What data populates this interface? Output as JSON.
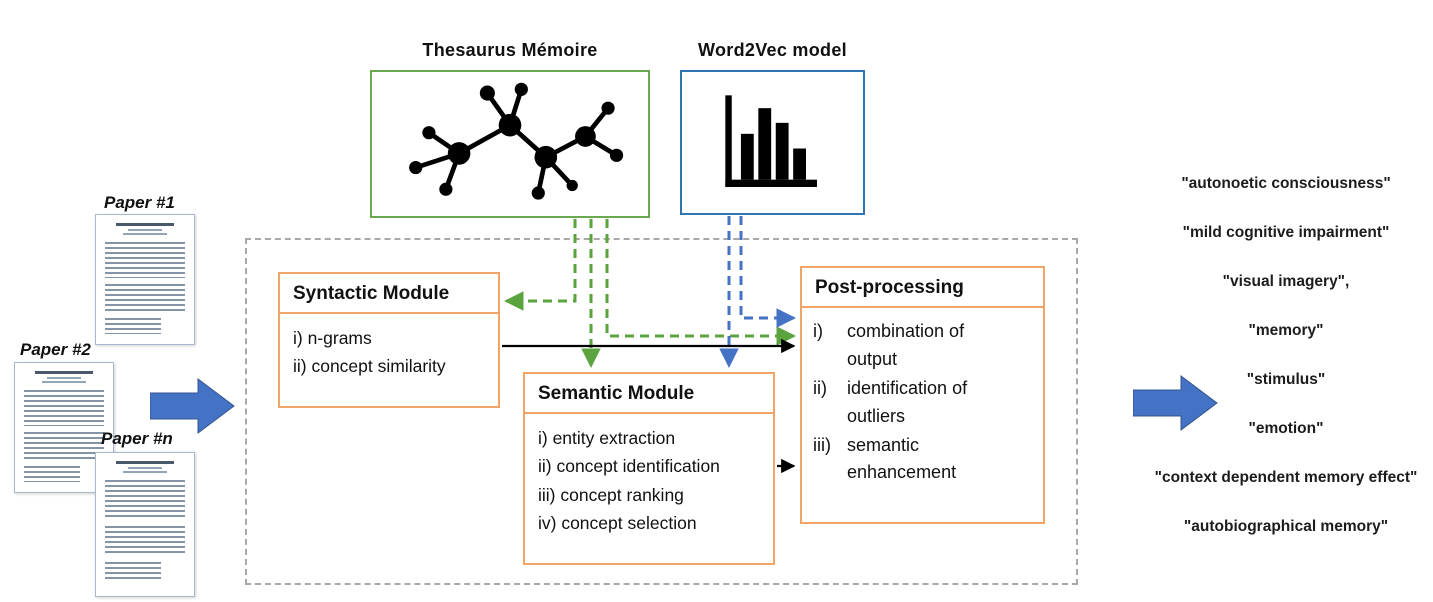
{
  "papers": [
    {
      "label": "Paper #1"
    },
    {
      "label": "Paper #2"
    },
    {
      "label": "Paper #n"
    }
  ],
  "resources": {
    "thesaurus_label": "Thesaurus Mémoire",
    "word2vec_label": "Word2Vec model"
  },
  "pipeline": {
    "syntactic": {
      "title": "Syntactic Module",
      "items": [
        "i) n-grams",
        "ii) concept similarity"
      ]
    },
    "semantic": {
      "title": "Semantic Module",
      "items": [
        "i) entity extraction",
        "ii) concept identification",
        "iii) concept ranking",
        "iv) concept selection"
      ]
    },
    "post": {
      "title": "Post-processing",
      "items": [
        {
          "marker": "i)",
          "text": "combination of output"
        },
        {
          "marker": "ii)",
          "text": "identification of outliers"
        },
        {
          "marker": "iii)",
          "text": "semantic enhancement"
        }
      ]
    }
  },
  "output_terms": [
    "\"autonoetic consciousness\"",
    "\"mild cognitive impairment\"",
    "\"visual imagery\",",
    "\"memory\"",
    "\"stimulus\"",
    "\"emotion\"",
    "\"context dependent memory effect\"",
    "\"autobiographical memory\""
  ],
  "colors": {
    "module_border": "#f0a468",
    "thesaurus_green": "#6aaa4e",
    "word2vec_blue": "#2e75b6",
    "arrow_blue": "#4472c4",
    "dashed_frame_gray": "#a8a8a8",
    "icon_black": "#000000"
  }
}
